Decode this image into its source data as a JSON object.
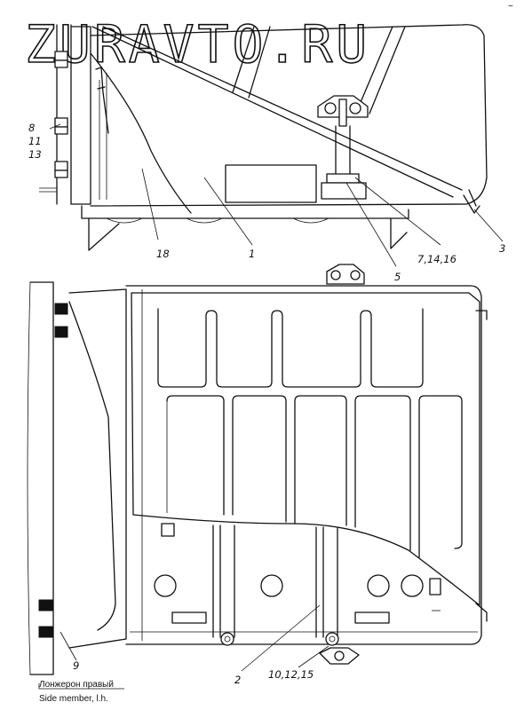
{
  "watermark": "ZURAVTO.RU",
  "corner_mark": "~",
  "callouts": {
    "c8": "8",
    "c11": "11",
    "c13": "13",
    "c18": "18",
    "c1": "1",
    "c5": "5",
    "c7_14_16": "7,14,16",
    "c3": "3",
    "c9": "9",
    "c2": "2",
    "c10_12_15": "10,12,15"
  },
  "caption": {
    "ru": "Лонжерон правый",
    "en": "Side member, l.h."
  }
}
